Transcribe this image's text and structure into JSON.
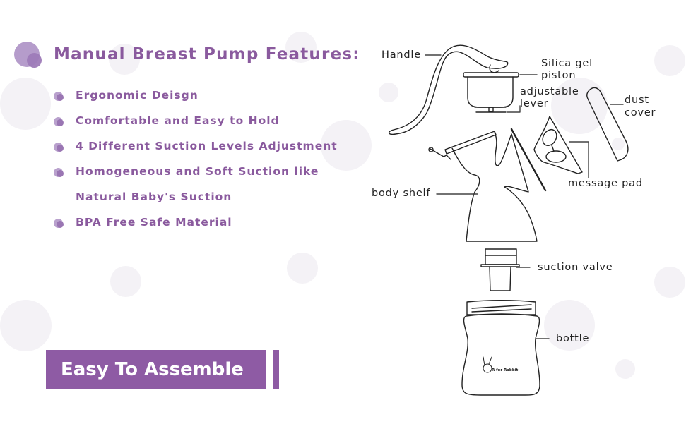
{
  "title": "Manual Breast Pump Features:",
  "features": [
    {
      "text": "Ergonomic  Deisgn"
    },
    {
      "text": "Comfortable and Easy to Hold"
    },
    {
      "text": "4 Different Suction Levels Adjustment"
    },
    {
      "text": "Homogeneous and Soft Suction like"
    },
    {
      "text": "Natural Baby's Suction",
      "continuation": true
    },
    {
      "text": "BPA Free Safe Material"
    }
  ],
  "banner": {
    "label": "Easy To Assemble"
  },
  "diagram": {
    "labels": {
      "handle": "Handle",
      "silica_gel_piston_1": "Silica gel",
      "silica_gel_piston_2": "piston",
      "adjustable_lever_1": "adjustable",
      "adjustable_lever_2": "lever",
      "dust_cover_1": "dust",
      "dust_cover_2": "cover",
      "body_shelf": "body shelf",
      "message_pad": "message pad",
      "suction_valve": "suction valve",
      "bottle": "bottle"
    },
    "brand": "R for Rabbit"
  },
  "colors": {
    "accent": "#8e5ba4",
    "title_text": "#8a5a9e",
    "bubble_light": "#f4f2f6",
    "bullet_light": "#b9a1cd",
    "bullet_dark": "#9a76b3",
    "line_art": "#222222"
  }
}
